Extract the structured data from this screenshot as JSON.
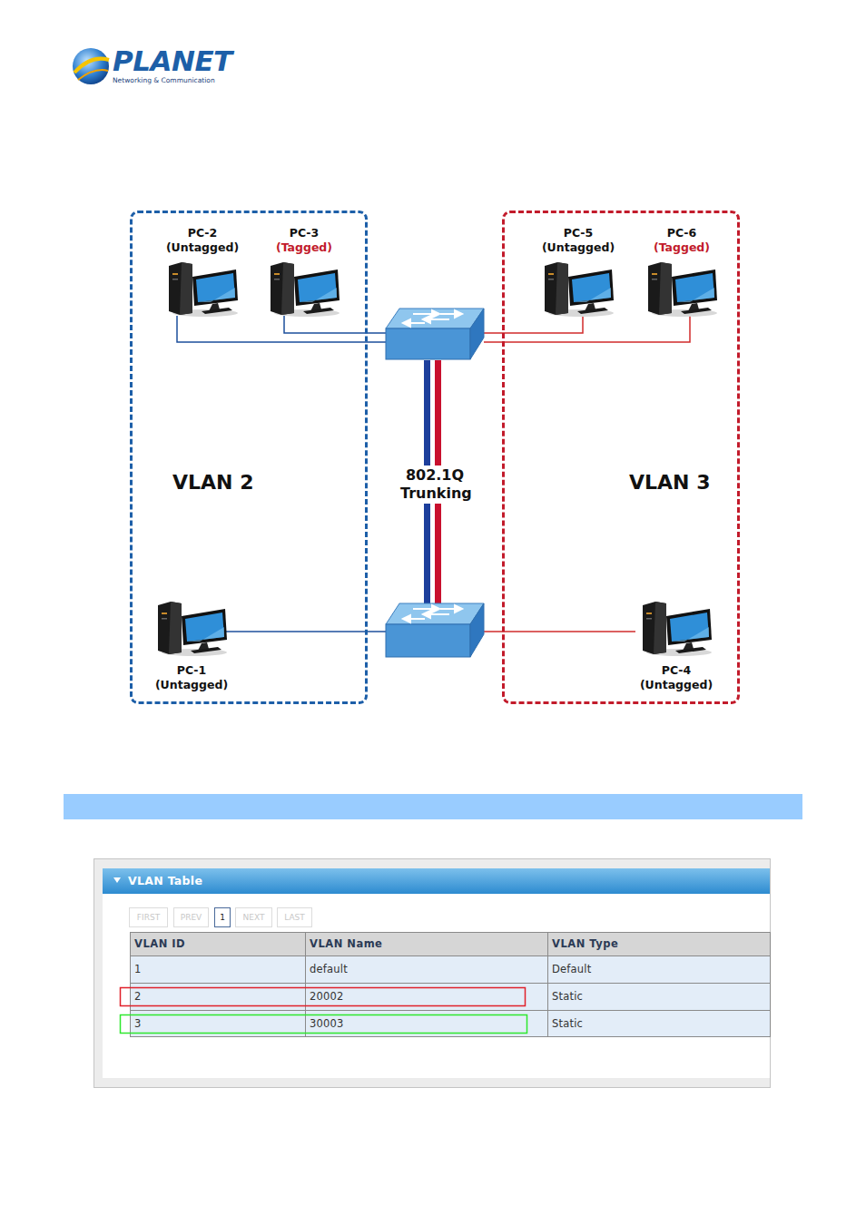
{
  "diagram": {
    "nodes": [
      {
        "text": [
          "VLAN 2"
        ]
      },
      {
        "text": [
          "PC-2",
          "(Untagged)"
        ],
        "in": 0
      },
      {
        "text": [
          "PC-3",
          "(Tagged)"
        ],
        "in": 0
      },
      {
        "text": [
          "PC-1",
          "(Untagged)"
        ],
        "in": 0
      },
      {
        "text": [
          "VLAN 3"
        ]
      },
      {
        "text": [
          "PC-5",
          "(Untagged)"
        ],
        "in": 4
      },
      {
        "text": [
          "PC-6",
          "(Tagged)"
        ],
        "in": 4
      },
      {
        "text": [
          "PC-4",
          "(Untagged)"
        ],
        "in": 4
      },
      {
        "text": [
          "VLAN Table"
        ]
      }
    ],
    "labels": [
      "PLANET",
      "Networking & Communication",
      "802.1Q Trunking",
      "FIRST",
      "PREV",
      "1",
      "NEXT",
      "LAST",
      "VLAN ID",
      "VLAN Name",
      "VLAN Type",
      "1",
      "default",
      "Default",
      "2",
      "20002",
      "Static",
      "3",
      "30003",
      "Static"
    ]
  }
}
